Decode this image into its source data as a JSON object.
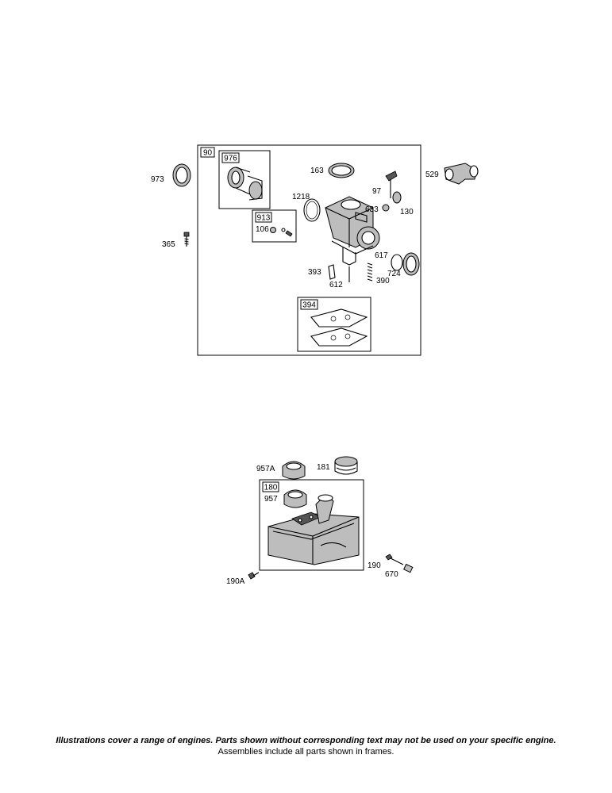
{
  "upper_assembly": {
    "frames": [
      {
        "id": "90",
        "label": "90"
      },
      {
        "id": "976",
        "label": "976"
      },
      {
        "id": "913",
        "label": "913"
      },
      {
        "id": "394",
        "label": "394"
      }
    ],
    "parts": [
      {
        "id": "973",
        "label": "973"
      },
      {
        "id": "365",
        "label": "365"
      },
      {
        "id": "106",
        "label": "106"
      },
      {
        "id": "163",
        "label": "163"
      },
      {
        "id": "1218",
        "label": "1218"
      },
      {
        "id": "97",
        "label": "97"
      },
      {
        "id": "633",
        "label": "633"
      },
      {
        "id": "130",
        "label": "130"
      },
      {
        "id": "529",
        "label": "529"
      },
      {
        "id": "617",
        "label": "617"
      },
      {
        "id": "724",
        "label": "724"
      },
      {
        "id": "393",
        "label": "393"
      },
      {
        "id": "612",
        "label": "612"
      },
      {
        "id": "390",
        "label": "390"
      }
    ]
  },
  "lower_assembly": {
    "frames": [
      {
        "id": "180",
        "label": "180"
      }
    ],
    "parts": [
      {
        "id": "957A",
        "label": "957A"
      },
      {
        "id": "181",
        "label": "181"
      },
      {
        "id": "957",
        "label": "957"
      },
      {
        "id": "190",
        "label": "190"
      },
      {
        "id": "670",
        "label": "670"
      },
      {
        "id": "190A",
        "label": "190A"
      }
    ]
  },
  "footer": {
    "line1": "Illustrations cover a range of engines. Parts shown without corresponding text may not be used on your specific engine.",
    "line2": "Assemblies include all parts shown in frames."
  }
}
